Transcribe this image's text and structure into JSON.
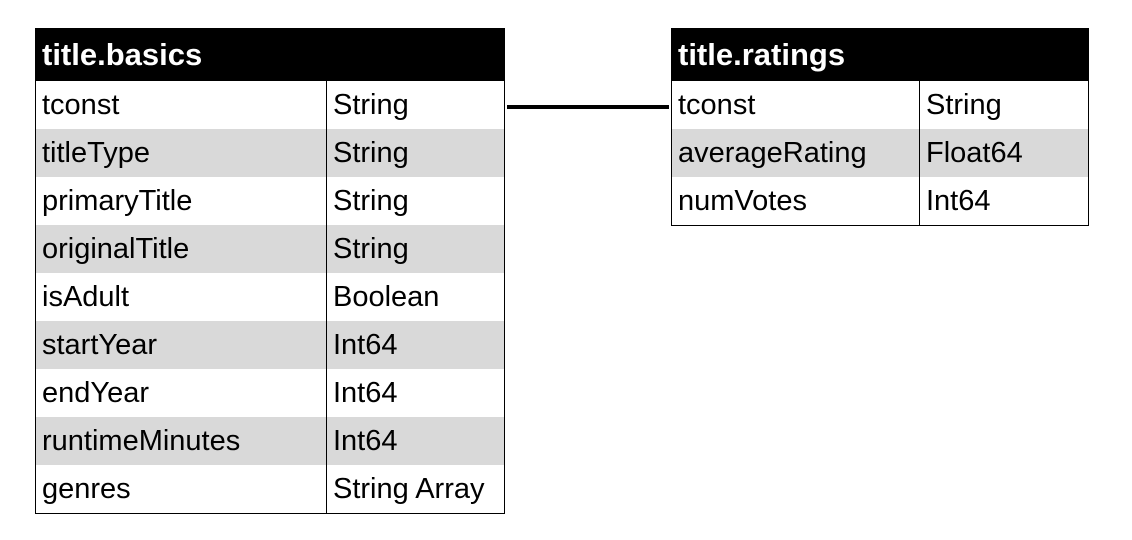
{
  "tables": {
    "basics": {
      "title": "title.basics",
      "rows": [
        {
          "field": "tconst",
          "type": "String"
        },
        {
          "field": "titleType",
          "type": "String"
        },
        {
          "field": "primaryTitle",
          "type": "String"
        },
        {
          "field": "originalTitle",
          "type": "String"
        },
        {
          "field": "isAdult",
          "type": "Boolean"
        },
        {
          "field": "startYear",
          "type": "Int64"
        },
        {
          "field": "endYear",
          "type": "Int64"
        },
        {
          "field": "runtimeMinutes",
          "type": "Int64"
        },
        {
          "field": "genres",
          "type": "String Array"
        }
      ]
    },
    "ratings": {
      "title": "title.ratings",
      "rows": [
        {
          "field": "tconst",
          "type": "String"
        },
        {
          "field": "averageRating",
          "type": "Float64"
        },
        {
          "field": "numVotes",
          "type": "Int64"
        }
      ]
    }
  },
  "colors": {
    "header_bg": "#000000",
    "header_text": "#ffffff",
    "stripe_bg": "#d9d9d9",
    "row_bg": "#ffffff"
  }
}
